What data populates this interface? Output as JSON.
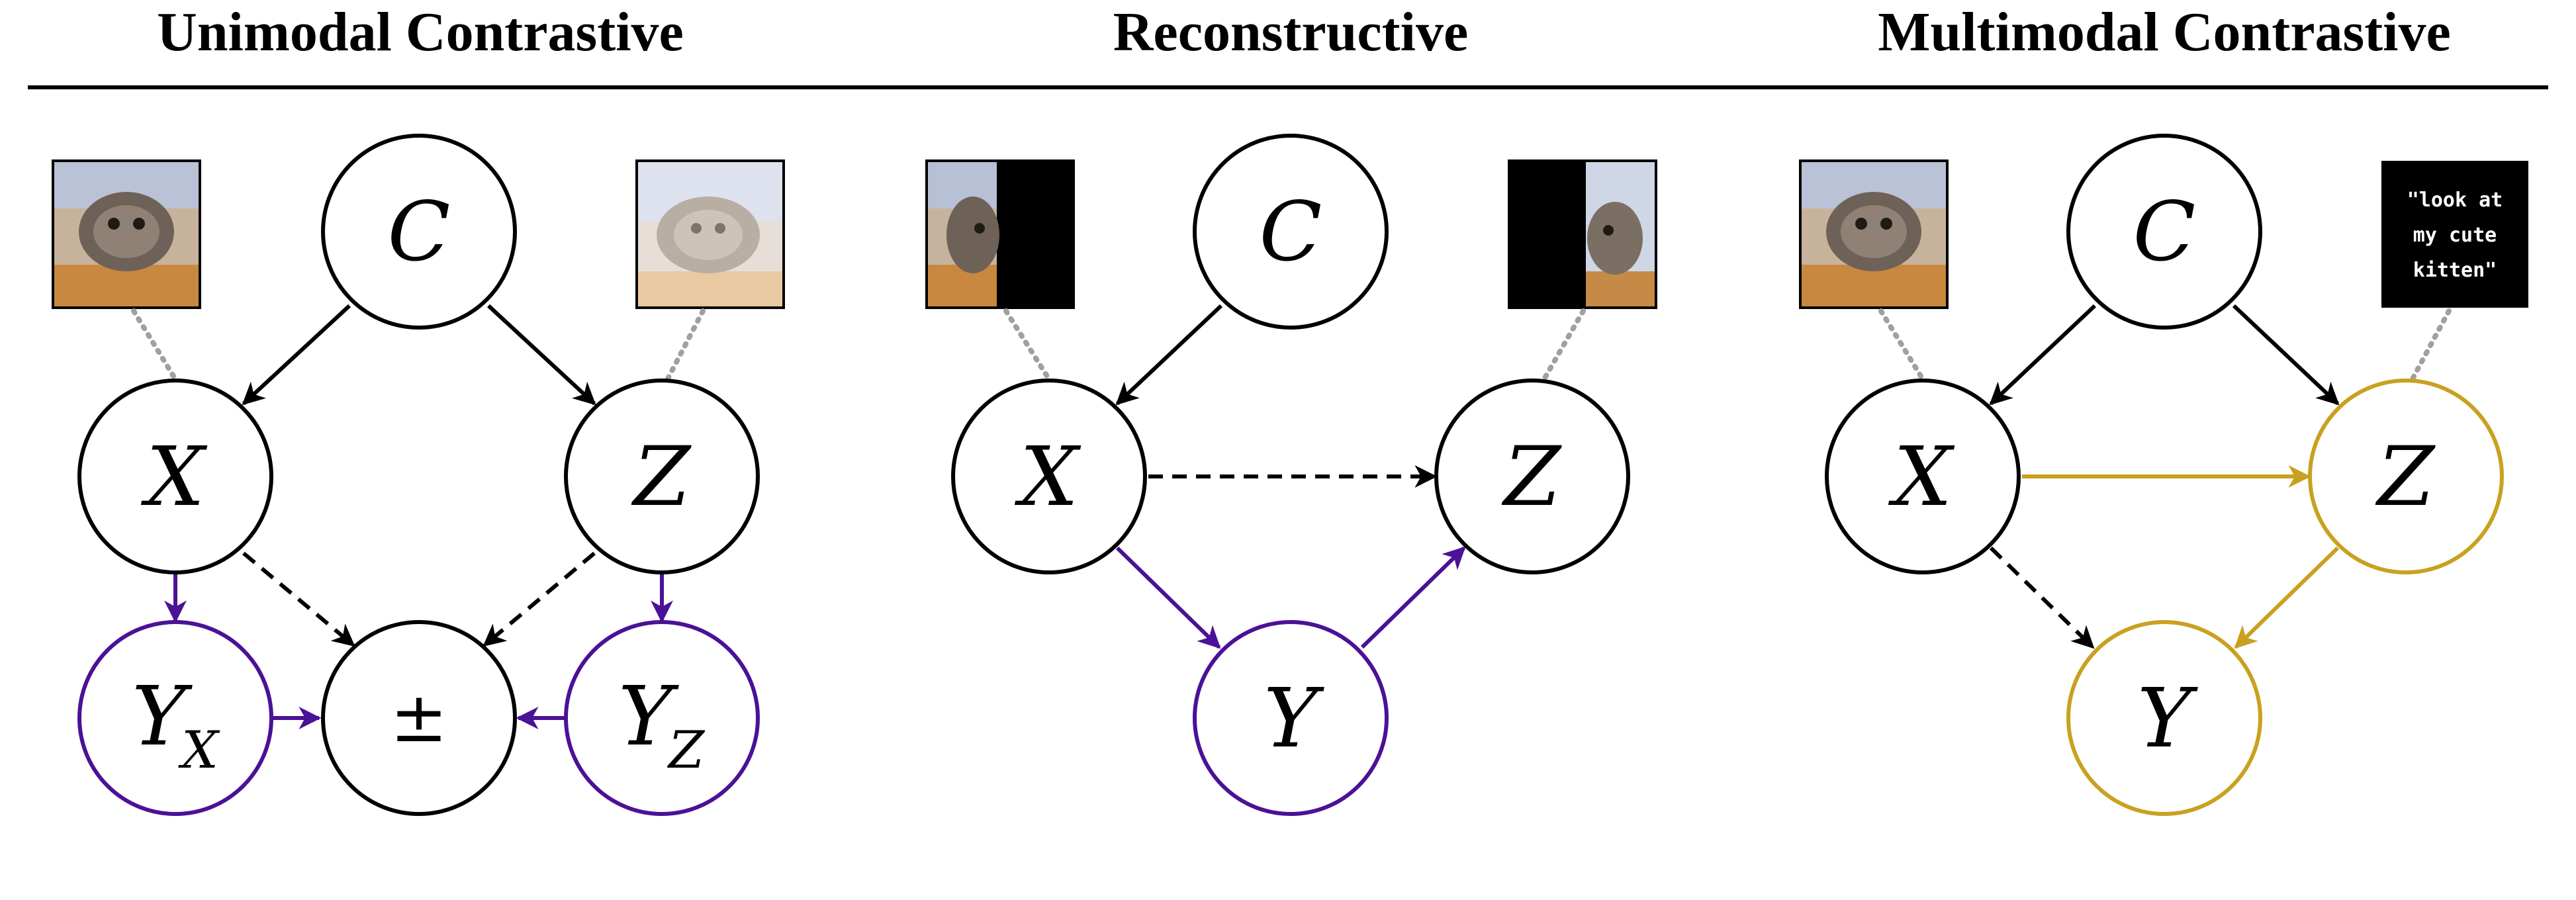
{
  "colors": {
    "purple": "#4b1196",
    "gold": "#c9a120",
    "black": "#000000"
  },
  "panels": [
    {
      "title": "Unimodal Contrastive",
      "thumbnails": {
        "left": "cat-image-icon",
        "right": "cat-image-augmented-icon"
      },
      "nodes": {
        "c": "C",
        "x": "X",
        "z": "Z",
        "yx_main": "Y",
        "yx_sub": "X",
        "yz_main": "Y",
        "yz_sub": "Z",
        "pm": "±"
      }
    },
    {
      "title": "Reconstructive",
      "thumbnails": {
        "left": "cat-image-left-half-icon",
        "right": "cat-image-right-half-icon"
      },
      "nodes": {
        "c": "C",
        "x": "X",
        "z": "Z",
        "y": "Y"
      }
    },
    {
      "title": "Multimodal Contrastive",
      "thumbnails": {
        "left": "cat-image-icon",
        "right": "text-caption-icon"
      },
      "caption_lines": [
        "\"look at",
        "my cute",
        "kitten\""
      ],
      "nodes": {
        "c": "C",
        "x": "X",
        "z": "Z",
        "y": "Y"
      }
    }
  ]
}
